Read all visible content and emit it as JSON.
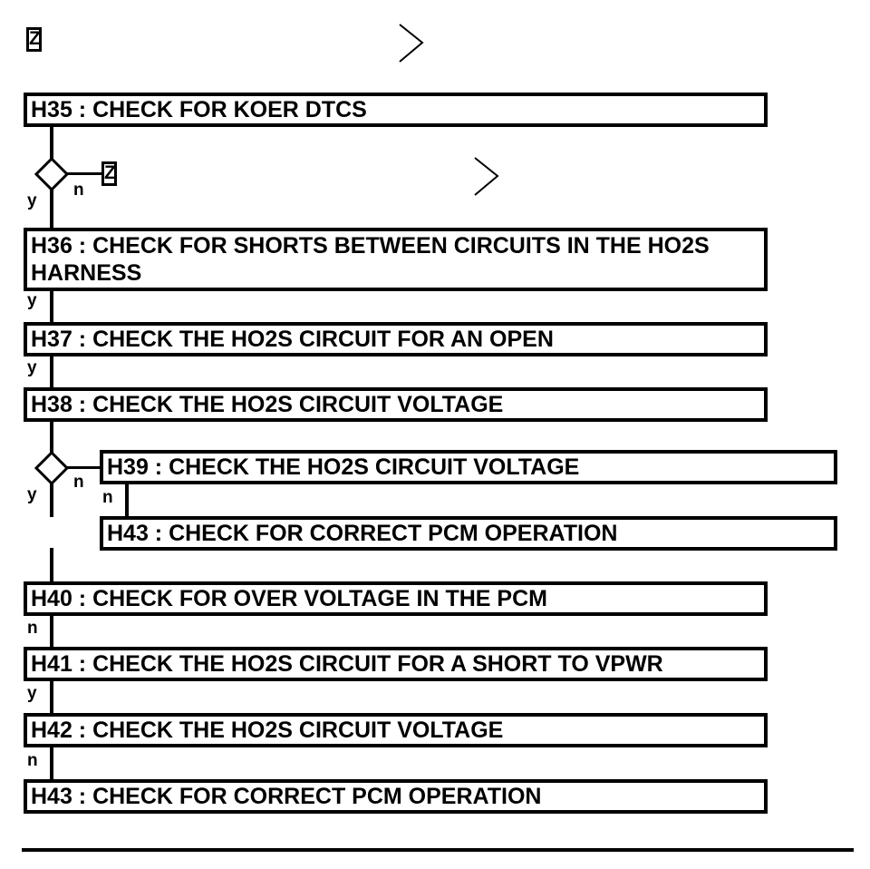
{
  "steps": {
    "h35": "H35 : CHECK FOR KOER DTCS",
    "h36": "H36 : CHECK FOR SHORTS BETWEEN CIRCUITS IN THE HO2S HARNESS",
    "h37": "H37 : CHECK THE HO2S CIRCUIT FOR AN OPEN",
    "h38": "H38 : CHECK THE HO2S CIRCUIT VOLTAGE",
    "h39": "H39 : CHECK THE HO2S CIRCUIT VOLTAGE",
    "h43_branch": "H43 : CHECK FOR CORRECT PCM OPERATION",
    "h40": "H40 : CHECK FOR OVER VOLTAGE IN THE PCM",
    "h41": "H41 : CHECK THE HO2S CIRCUIT FOR A SHORT TO VPWR",
    "h42": "H42 : CHECK THE HO2S CIRCUIT VOLTAGE",
    "h43": "H43 : CHECK FOR CORRECT PCM OPERATION"
  },
  "connectors": {
    "z_top": "Z",
    "z_branch": "Z"
  },
  "labels": {
    "yes": "y",
    "no": "n"
  }
}
